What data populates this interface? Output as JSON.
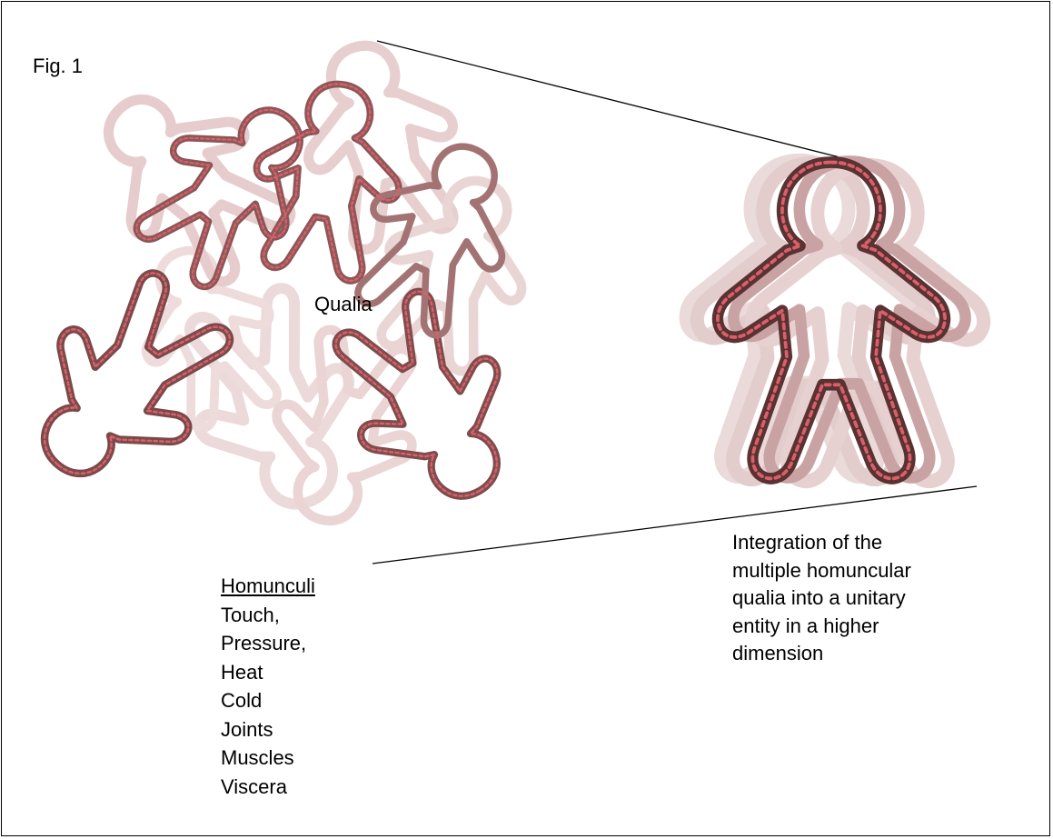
{
  "figure_label": "Fig. 1",
  "center_label": "Qualia",
  "list": {
    "heading": "Homunculi",
    "items": [
      "Touch,",
      "Pressure,",
      "Heat",
      "Cold",
      "Joints",
      "Muscles",
      "Viscera"
    ]
  },
  "caption": {
    "lines": [
      "Integration of the",
      "multiple homuncular",
      "qualia into a unitary",
      "entity in a higher",
      "dimension"
    ]
  },
  "colors": {
    "outline_dark": "#6b3a3a",
    "outline_accent": "#d9606a",
    "outline_faded": "#e8cfcf"
  }
}
